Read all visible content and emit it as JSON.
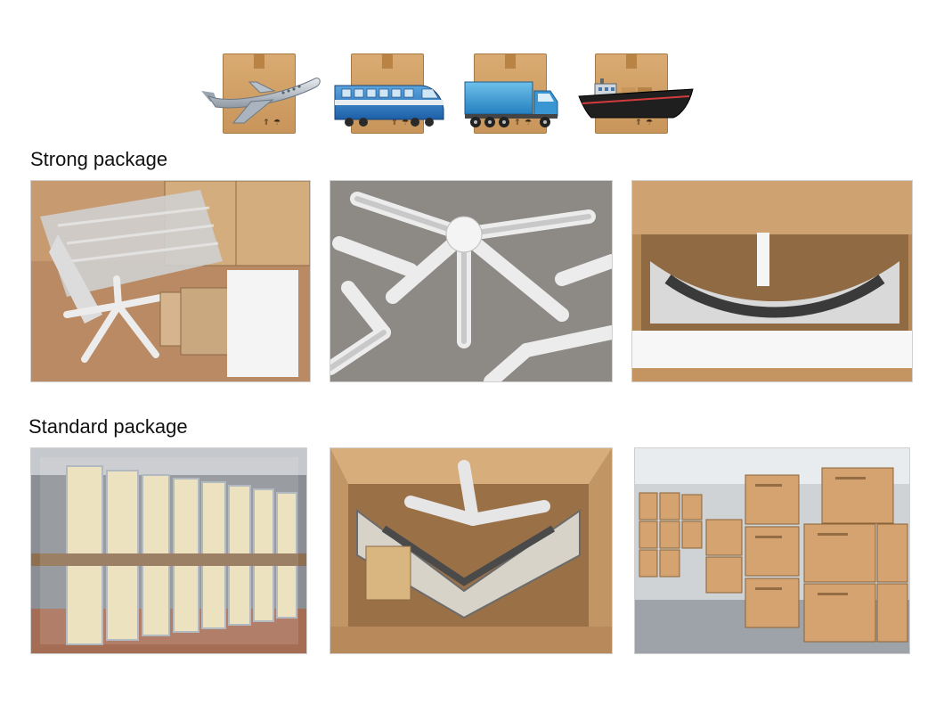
{
  "shipping_icons": [
    {
      "name": "airplane",
      "icon": "airplane-icon"
    },
    {
      "name": "train",
      "icon": "train-icon"
    },
    {
      "name": "truck",
      "icon": "truck-icon"
    },
    {
      "name": "ship",
      "icon": "ship-icon"
    }
  ],
  "sections": {
    "strong": {
      "title": "Strong package"
    },
    "standard": {
      "title": "Standard package"
    }
  },
  "colors": {
    "cardboard": "#c8955b",
    "foam": "#f2f2f2",
    "accent_blue": "#2f86c7"
  }
}
